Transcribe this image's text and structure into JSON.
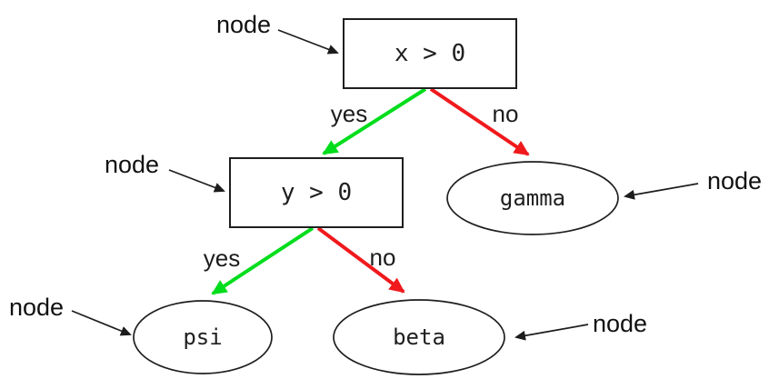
{
  "diagram": {
    "type": "decision-tree",
    "colors": {
      "yes_edge": "#00dd1c",
      "no_edge": "#f0191c",
      "outline": "#1f1f1f",
      "background": "#ffffff"
    },
    "nodes": [
      {
        "id": "root",
        "label": "x > 0",
        "shape": "box"
      },
      {
        "id": "inner",
        "label": "y > 0",
        "shape": "box"
      },
      {
        "id": "gamma",
        "label": "gamma",
        "shape": "ellipse"
      },
      {
        "id": "psi",
        "label": "psi",
        "shape": "ellipse"
      },
      {
        "id": "beta",
        "label": "beta",
        "shape": "ellipse"
      }
    ],
    "edges": [
      {
        "from": "x > 0",
        "to": "y > 0",
        "label": "yes",
        "color": "#00dd1c"
      },
      {
        "from": "x > 0",
        "to": "gamma",
        "label": "no",
        "color": "#f0191c"
      },
      {
        "from": "y > 0",
        "to": "psi",
        "label": "yes",
        "color": "#00dd1c"
      },
      {
        "from": "y > 0",
        "to": "beta",
        "label": "no",
        "color": "#f0191c"
      }
    ],
    "annotations": [
      {
        "text": "node",
        "points_to": "x > 0"
      },
      {
        "text": "node",
        "points_to": "y > 0"
      },
      {
        "text": "node",
        "points_to": "gamma"
      },
      {
        "text": "node",
        "points_to": "psi"
      },
      {
        "text": "node",
        "points_to": "beta"
      }
    ]
  }
}
